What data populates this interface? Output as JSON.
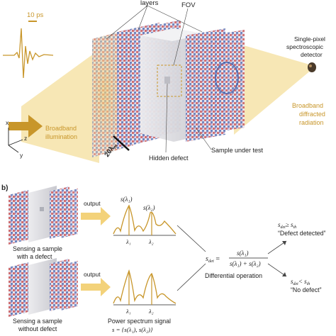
{
  "panel_a": {
    "pulse_scale": "10 ps",
    "layers_label": "layers",
    "fov_label": "FOV",
    "detector_label_1": "Single-pixel",
    "detector_label_2": "spectroscopic",
    "detector_label_3": "detector",
    "illumination_label_1": "Broadband",
    "illumination_label_2": "illumination",
    "diffracted_label_1": "Broadband",
    "diffracted_label_2": "diffracted",
    "diffracted_label_3": "radiation",
    "scale_label": "20λ",
    "scale_sub": "m",
    "hidden_defect_label": "Hidden defect",
    "sample_label": "Sample under test",
    "axis_x": "x",
    "axis_y": "y",
    "axis_z": "z"
  },
  "panel_b": {
    "tag": "b)",
    "output_label_top": "output",
    "output_label_bottom": "output",
    "sample_defect_1": "Sensing a sample",
    "sample_defect_2": "with a defect",
    "sample_nodefect_1": "Sensing a sample",
    "sample_nodefect_2": "without defect",
    "s_lambda1": "s(λ₁)",
    "s_lambda2": "s(λ₂)",
    "lambda1_top": "λ₁",
    "lambda2_top": "λ₂",
    "lambda1_bottom": "λ₁",
    "lambda2_bottom": "λ₂",
    "power_spectrum_1": "Power spectrum signal",
    "power_spectrum_2": "s = {s(λ₁), s(λ₂)}",
    "s_det": "s",
    "s_det_sub": "det",
    "fraction_num": "s(λ₁)",
    "fraction_den": "s(λ₁) + s(λ₂)",
    "differential_label": "Differential operation",
    "result_top_expr": "s",
    "result_top_sub": "det",
    "result_top_rel": "≥ s",
    "result_top_sub2": "th",
    "result_top_text": "“Defect detected”",
    "result_bottom_expr": "s",
    "result_bottom_sub": "det",
    "result_bottom_rel": "< s",
    "result_bottom_sub2": "th",
    "result_bottom_text": "“No defect”"
  },
  "colors": {
    "gold": "#c8962a",
    "beam": "#f6e3a8",
    "mask_red": "#c23a3a",
    "mask_blue": "#3a5aa8",
    "sample_gray": "#d8d8dc"
  }
}
